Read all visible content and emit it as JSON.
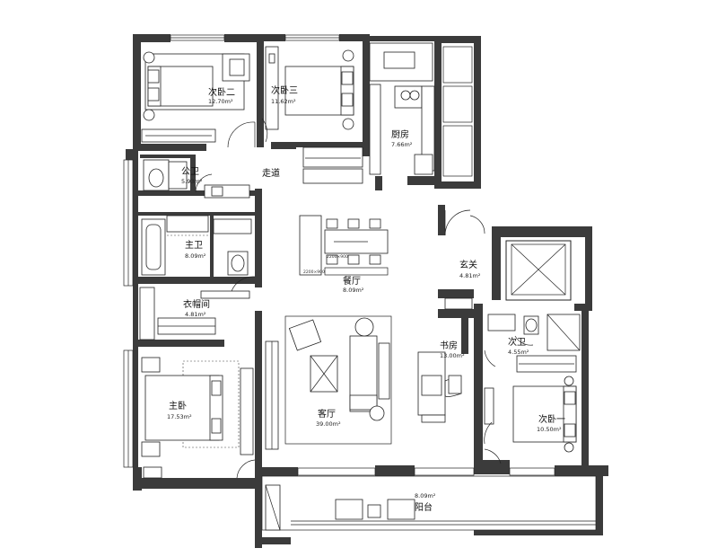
{
  "rooms": [
    {
      "id": "bedroom2",
      "name": "次卧二",
      "area": "12.70m²"
    },
    {
      "id": "bedroom3",
      "name": "次卧三",
      "area": "11.62m²"
    },
    {
      "id": "kitchen",
      "name": "厨房",
      "area": "7.66m²"
    },
    {
      "id": "corridor",
      "name": "走道",
      "area": ""
    },
    {
      "id": "public-bath",
      "name": "公卫",
      "area": "5.93m²"
    },
    {
      "id": "master-bath",
      "name": "主卫",
      "area": "8.09m²"
    },
    {
      "id": "dining",
      "name": "餐厅",
      "area": "8.09m²"
    },
    {
      "id": "foyer",
      "name": "玄关",
      "area": "4.81m²"
    },
    {
      "id": "closet",
      "name": "衣帽间",
      "area": "4.81m²"
    },
    {
      "id": "study",
      "name": "书房",
      "area": "13.00m²"
    },
    {
      "id": "second-bath",
      "name": "次卫",
      "area": "4.55m²"
    },
    {
      "id": "master-bedroom",
      "name": "主卧",
      "area": "17.53m²"
    },
    {
      "id": "living",
      "name": "客厅",
      "area": "39.00m²"
    },
    {
      "id": "bedroom1",
      "name": "次卧一",
      "area": "10.50m²"
    },
    {
      "id": "balcony",
      "name": "阳台",
      "area": "8.09m²"
    }
  ],
  "dimensions": {
    "table": "2200×900",
    "dining_zone": "2200×900"
  }
}
